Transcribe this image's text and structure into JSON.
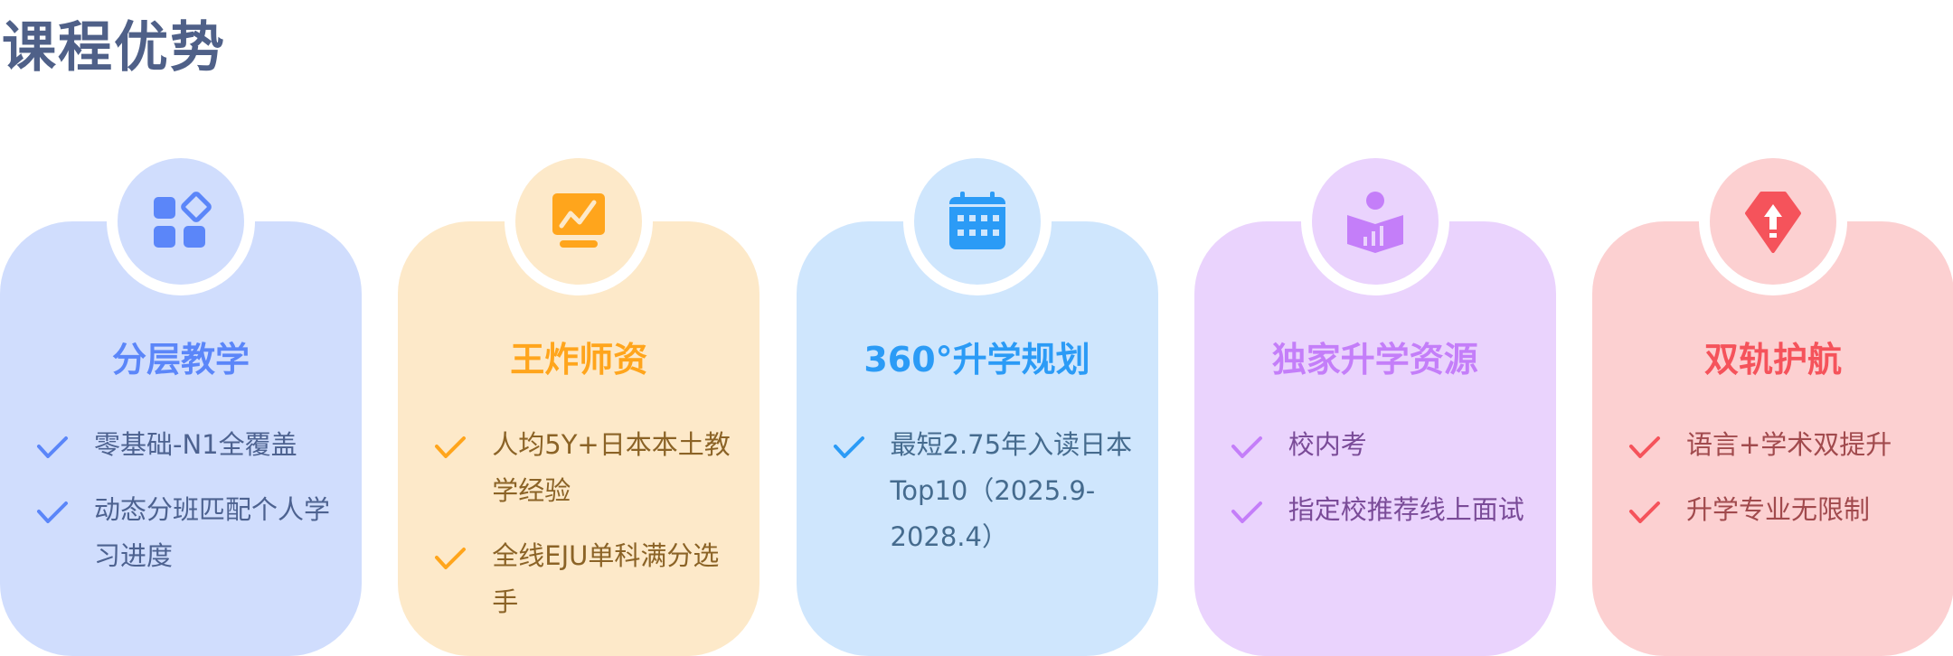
{
  "page_title": "课程优势",
  "cards": [
    {
      "title": "分层教学",
      "icon": "apps-icon",
      "bg": "#d0ddfd",
      "accent": "#5b86f9",
      "text_color": "#4d6290",
      "items": [
        "零基础-N1全覆盖",
        "动态分班匹配个人学习进度"
      ]
    },
    {
      "title": "王炸师资",
      "icon": "chart-board-icon",
      "bg": "#fde9c9",
      "accent": "#ffa51c",
      "text_color": "#8b6326",
      "items": [
        "人均5Y+日本本土教学经验",
        "全线EJU单科满分选手"
      ]
    },
    {
      "title": "360°升学规划",
      "icon": "calendar-icon",
      "bg": "#cfe6fd",
      "accent": "#2b9bf6",
      "text_color": "#456b8e",
      "items": [
        "最短2.75年入读日本Top10（2025.9-2028.4）"
      ]
    },
    {
      "title": "独家升学资源",
      "icon": "reading-person-icon",
      "bg": "#ead3fd",
      "accent": "#c47ef9",
      "text_color": "#7a4b98",
      "items": [
        "校内考",
        "指定校推荐线上面试"
      ]
    },
    {
      "title": "双轨护航",
      "icon": "upgrade-badge-icon",
      "bg": "#fcd0d1",
      "accent": "#f5535b",
      "text_color": "#a14a4d",
      "items": [
        "语言+学术双提升",
        "升学专业无限制"
      ]
    }
  ]
}
